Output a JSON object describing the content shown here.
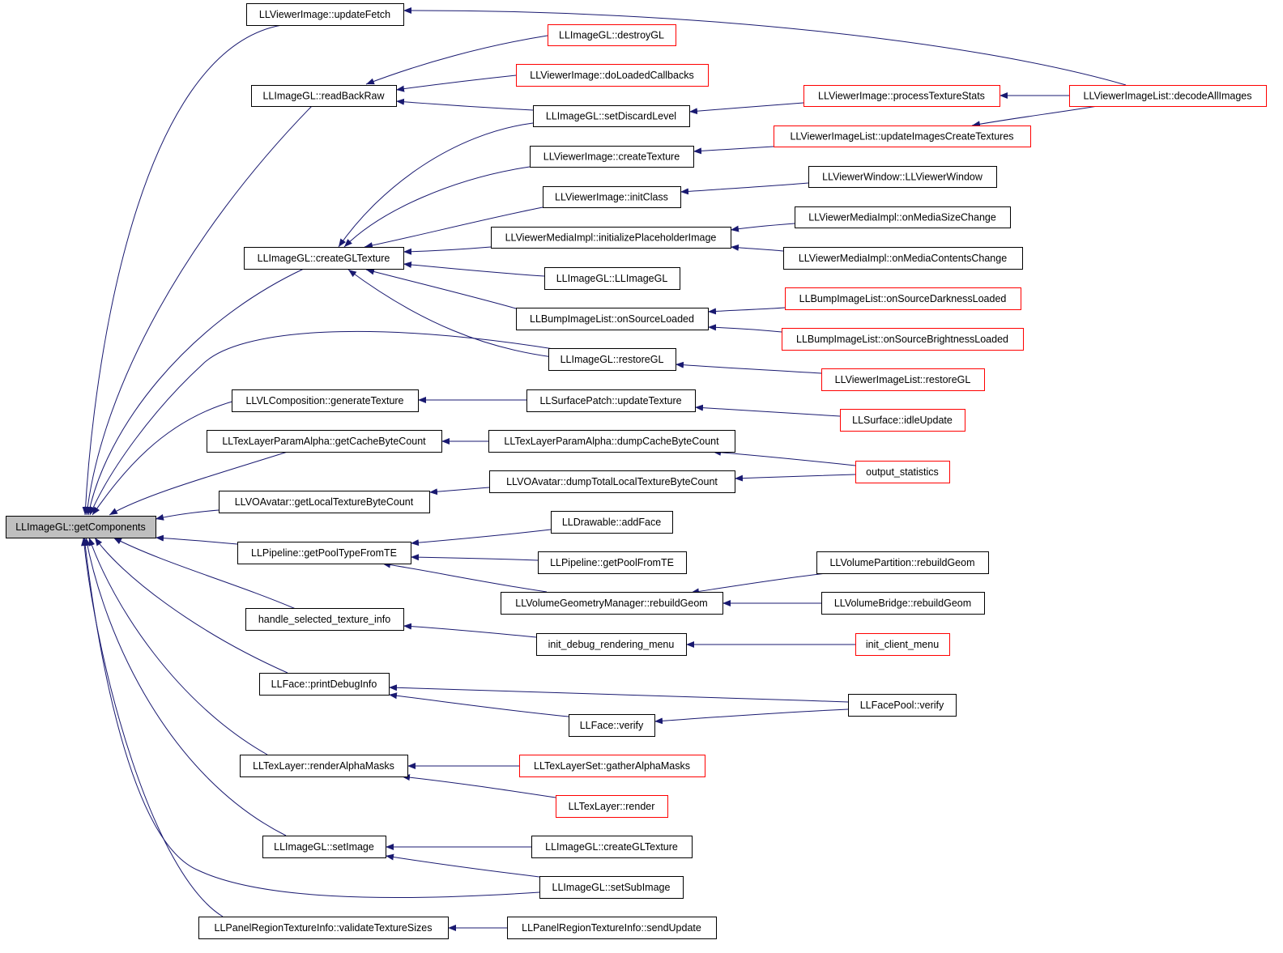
{
  "diagram": {
    "title": "",
    "colors": {
      "edge": "#191970",
      "node_border": "#000000",
      "truncated_border": "#ff0000",
      "root_fill": "#bfbfbf",
      "node_fill": "#ffffff"
    },
    "nodes": [
      {
        "id": "getComponents",
        "label": "LLImageGL::getComponents",
        "root": true
      },
      {
        "id": "updateFetch",
        "label": "LLViewerImage::updateFetch"
      },
      {
        "id": "destroyGL",
        "label": "LLImageGL::destroyGL",
        "truncated": true
      },
      {
        "id": "doLoadedCallbacks",
        "label": "LLViewerImage::doLoadedCallbacks",
        "truncated": true
      },
      {
        "id": "readBackRaw",
        "label": "LLImageGL::readBackRaw"
      },
      {
        "id": "processTextureStats",
        "label": "LLViewerImage::processTextureStats",
        "truncated": true
      },
      {
        "id": "decodeAllImages",
        "label": "LLViewerImageList::decodeAllImages",
        "truncated": true
      },
      {
        "id": "setDiscardLevel",
        "label": "LLImageGL::setDiscardLevel"
      },
      {
        "id": "updateImagesCreateTextures",
        "label": "LLViewerImageList::updateImagesCreateTextures",
        "truncated": true
      },
      {
        "id": "vi_createTexture",
        "label": "LLViewerImage::createTexture"
      },
      {
        "id": "vw_ctor",
        "label": "LLViewerWindow::LLViewerWindow"
      },
      {
        "id": "vi_initClass",
        "label": "LLViewerImage::initClass"
      },
      {
        "id": "onMediaSizeChange",
        "label": "LLViewerMediaImpl::onMediaSizeChange"
      },
      {
        "id": "initPlaceholderImage",
        "label": "LLViewerMediaImpl::initializePlaceholderImage"
      },
      {
        "id": "createGLTexture_main",
        "label": "LLImageGL::createGLTexture"
      },
      {
        "id": "onMediaContentsChange",
        "label": "LLViewerMediaImpl::onMediaContentsChange"
      },
      {
        "id": "imagegl_ctor",
        "label": "LLImageGL::LLImageGL"
      },
      {
        "id": "onSourceDarknessLoaded",
        "label": "LLBumpImageList::onSourceDarknessLoaded",
        "truncated": true
      },
      {
        "id": "onSourceLoaded",
        "label": "LLBumpImageList::onSourceLoaded"
      },
      {
        "id": "onSourceBrightnessLoaded",
        "label": "LLBumpImageList::onSourceBrightnessLoaded",
        "truncated": true
      },
      {
        "id": "restoreGL",
        "label": "LLImageGL::restoreGL"
      },
      {
        "id": "vil_restoreGL",
        "label": "LLViewerImageList::restoreGL",
        "truncated": true
      },
      {
        "id": "generateTexture",
        "label": "LLVLComposition::generateTexture"
      },
      {
        "id": "sp_updateTexture",
        "label": "LLSurfacePatch::updateTexture"
      },
      {
        "id": "idleUpdate",
        "label": "LLSurface::idleUpdate",
        "truncated": true
      },
      {
        "id": "getCacheByteCount",
        "label": "LLTexLayerParamAlpha::getCacheByteCount"
      },
      {
        "id": "dumpCacheByteCount",
        "label": "LLTexLayerParamAlpha::dumpCacheByteCount"
      },
      {
        "id": "output_statistics",
        "label": "output_statistics",
        "truncated": true
      },
      {
        "id": "getLocalTextureByteCount",
        "label": "LLVOAvatar::getLocalTextureByteCount"
      },
      {
        "id": "dumpTotalLocalTextureByteCount",
        "label": "LLVOAvatar::dumpTotalLocalTextureByteCount"
      },
      {
        "id": "addFace",
        "label": "LLDrawable::addFace"
      },
      {
        "id": "getPoolTypeFromTE",
        "label": "LLPipeline::getPoolTypeFromTE"
      },
      {
        "id": "getPoolFromTE",
        "label": "LLPipeline::getPoolFromTE"
      },
      {
        "id": "vp_rebuildGeom",
        "label": "LLVolumePartition::rebuildGeom"
      },
      {
        "id": "vgm_rebuildGeom",
        "label": "LLVolumeGeometryManager::rebuildGeom"
      },
      {
        "id": "vb_rebuildGeom",
        "label": "LLVolumeBridge::rebuildGeom"
      },
      {
        "id": "handle_selected_texture_info",
        "label": "handle_selected_texture_info"
      },
      {
        "id": "init_debug_rendering_menu",
        "label": "init_debug_rendering_menu"
      },
      {
        "id": "init_client_menu",
        "label": "init_client_menu",
        "truncated": true
      },
      {
        "id": "printDebugInfo",
        "label": "LLFace::printDebugInfo"
      },
      {
        "id": "facepool_verify",
        "label": "LLFacePool::verify"
      },
      {
        "id": "face_verify",
        "label": "LLFace::verify"
      },
      {
        "id": "renderAlphaMasks",
        "label": "LLTexLayer::renderAlphaMasks"
      },
      {
        "id": "gatherAlphaMasks",
        "label": "LLTexLayerSet::gatherAlphaMasks",
        "truncated": true
      },
      {
        "id": "texlayer_render",
        "label": "LLTexLayer::render",
        "truncated": true
      },
      {
        "id": "setImage",
        "label": "LLImageGL::setImage"
      },
      {
        "id": "createGLTexture_2",
        "label": "LLImageGL::createGLTexture"
      },
      {
        "id": "setSubImage",
        "label": "LLImageGL::setSubImage"
      },
      {
        "id": "validateTextureSizes",
        "label": "LLPanelRegionTextureInfo::validateTextureSizes"
      },
      {
        "id": "sendUpdate",
        "label": "LLPanelRegionTextureInfo::sendUpdate"
      }
    ],
    "edges": [
      {
        "from": "updateFetch",
        "to": "getComponents"
      },
      {
        "from": "readBackRaw",
        "to": "getComponents"
      },
      {
        "from": "createGLTexture_main",
        "to": "getComponents"
      },
      {
        "from": "restoreGL",
        "to": "getComponents"
      },
      {
        "from": "generateTexture",
        "to": "getComponents"
      },
      {
        "from": "getCacheByteCount",
        "to": "getComponents"
      },
      {
        "from": "getLocalTextureByteCount",
        "to": "getComponents"
      },
      {
        "from": "getPoolTypeFromTE",
        "to": "getComponents"
      },
      {
        "from": "handle_selected_texture_info",
        "to": "getComponents"
      },
      {
        "from": "printDebugInfo",
        "to": "getComponents"
      },
      {
        "from": "renderAlphaMasks",
        "to": "getComponents"
      },
      {
        "from": "setImage",
        "to": "getComponents"
      },
      {
        "from": "setSubImage",
        "to": "getComponents"
      },
      {
        "from": "validateTextureSizes",
        "to": "getComponents"
      },
      {
        "from": "decodeAllImages",
        "to": "updateFetch"
      },
      {
        "from": "destroyGL",
        "to": "readBackRaw"
      },
      {
        "from": "doLoadedCallbacks",
        "to": "readBackRaw"
      },
      {
        "from": "setDiscardLevel",
        "to": "readBackRaw"
      },
      {
        "from": "processTextureStats",
        "to": "setDiscardLevel"
      },
      {
        "from": "decodeAllImages",
        "to": "processTextureStats"
      },
      {
        "from": "decodeAllImages",
        "to": "updateImagesCreateTextures"
      },
      {
        "from": "updateImagesCreateTextures",
        "to": "vi_createTexture"
      },
      {
        "from": "vw_ctor",
        "to": "vi_initClass"
      },
      {
        "from": "onMediaSizeChange",
        "to": "initPlaceholderImage"
      },
      {
        "from": "onMediaContentsChange",
        "to": "initPlaceholderImage"
      },
      {
        "from": "setDiscardLevel",
        "to": "createGLTexture_main"
      },
      {
        "from": "vi_createTexture",
        "to": "createGLTexture_main"
      },
      {
        "from": "vi_initClass",
        "to": "createGLTexture_main"
      },
      {
        "from": "initPlaceholderImage",
        "to": "createGLTexture_main"
      },
      {
        "from": "imagegl_ctor",
        "to": "createGLTexture_main"
      },
      {
        "from": "onSourceLoaded",
        "to": "createGLTexture_main"
      },
      {
        "from": "restoreGL",
        "to": "createGLTexture_main"
      },
      {
        "from": "onSourceDarknessLoaded",
        "to": "onSourceLoaded"
      },
      {
        "from": "onSourceBrightnessLoaded",
        "to": "onSourceLoaded"
      },
      {
        "from": "vil_restoreGL",
        "to": "restoreGL"
      },
      {
        "from": "sp_updateTexture",
        "to": "generateTexture"
      },
      {
        "from": "idleUpdate",
        "to": "sp_updateTexture"
      },
      {
        "from": "dumpCacheByteCount",
        "to": "getCacheByteCount"
      },
      {
        "from": "output_statistics",
        "to": "dumpCacheByteCount"
      },
      {
        "from": "dumpTotalLocalTextureByteCount",
        "to": "getLocalTextureByteCount"
      },
      {
        "from": "output_statistics",
        "to": "dumpTotalLocalTextureByteCount"
      },
      {
        "from": "addFace",
        "to": "getPoolTypeFromTE"
      },
      {
        "from": "getPoolFromTE",
        "to": "getPoolTypeFromTE"
      },
      {
        "from": "vgm_rebuildGeom",
        "to": "getPoolTypeFromTE"
      },
      {
        "from": "vp_rebuildGeom",
        "to": "vgm_rebuildGeom"
      },
      {
        "from": "vb_rebuildGeom",
        "to": "vgm_rebuildGeom"
      },
      {
        "from": "init_debug_rendering_menu",
        "to": "handle_selected_texture_info"
      },
      {
        "from": "init_client_menu",
        "to": "init_debug_rendering_menu"
      },
      {
        "from": "facepool_verify",
        "to": "printDebugInfo"
      },
      {
        "from": "face_verify",
        "to": "printDebugInfo"
      },
      {
        "from": "facepool_verify",
        "to": "face_verify"
      },
      {
        "from": "gatherAlphaMasks",
        "to": "renderAlphaMasks"
      },
      {
        "from": "texlayer_render",
        "to": "renderAlphaMasks"
      },
      {
        "from": "createGLTexture_2",
        "to": "setImage"
      },
      {
        "from": "setSubImage",
        "to": "setImage"
      },
      {
        "from": "sendUpdate",
        "to": "validateTextureSizes"
      }
    ]
  }
}
